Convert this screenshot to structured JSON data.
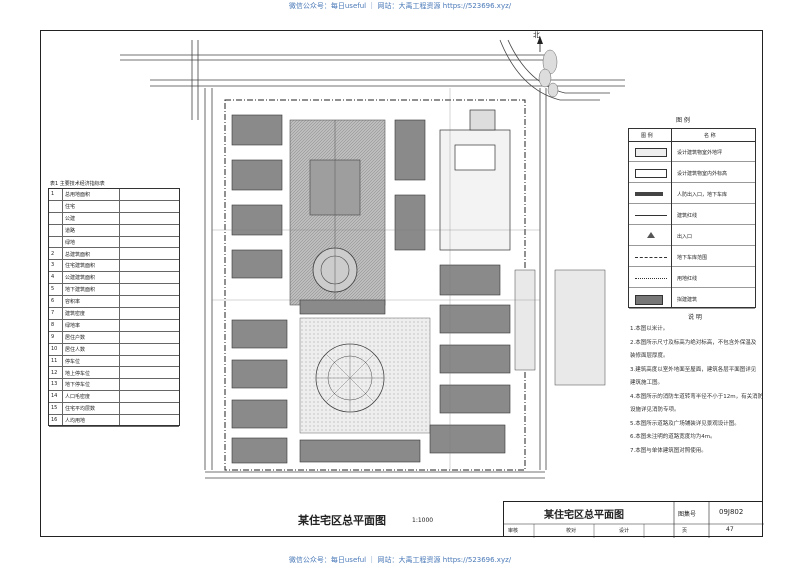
{
  "header_note": "微信公众号：每日useful ｜ 网站：大禹工程资源 https://523696.xyz/",
  "footer_note": "微信公众号：每日useful ｜ 网站：大禹工程资源 https://523696.xyz/",
  "north_label": "北",
  "plan_title": "某住宅区总平面图",
  "plan_scale": "1:1000",
  "stats_table": {
    "title": "表1 主要技术经济指标表",
    "rows": [
      [
        "1",
        "总用地面积",
        ""
      ],
      [
        "",
        "住宅",
        ""
      ],
      [
        "",
        "公建",
        ""
      ],
      [
        "",
        "道路",
        ""
      ],
      [
        "",
        "绿地",
        ""
      ],
      [
        "2",
        "总建筑面积",
        ""
      ],
      [
        "3",
        "住宅建筑面积",
        ""
      ],
      [
        "4",
        "公建建筑面积",
        ""
      ],
      [
        "5",
        "地下建筑面积",
        ""
      ],
      [
        "6",
        "容积率",
        ""
      ],
      [
        "7",
        "建筑密度",
        ""
      ],
      [
        "8",
        "绿地率",
        ""
      ],
      [
        "9",
        "居住户数",
        ""
      ],
      [
        "10",
        "居住人数",
        ""
      ],
      [
        "11",
        "停车位",
        ""
      ],
      [
        "12",
        "地上停车位",
        ""
      ],
      [
        "13",
        "地下停车位",
        ""
      ],
      [
        "14",
        "人口毛密度",
        ""
      ],
      [
        "15",
        "住宅平均层数",
        ""
      ],
      [
        "16",
        "人均用地",
        ""
      ]
    ]
  },
  "legend": {
    "title": "图 例",
    "col_symbol": "图 例",
    "col_name": "名 称",
    "items": [
      {
        "name": "设计建筑物室外地坪"
      },
      {
        "name": "设计建筑物室内外标高"
      },
      {
        "name": "人防出入口，地下车库"
      },
      {
        "name": "建筑红线"
      },
      {
        "name": "出入口"
      },
      {
        "name": "地下车库范围"
      },
      {
        "name": "用地红线"
      },
      {
        "name": "拟建建筑"
      }
    ]
  },
  "notes": {
    "title": "说 明",
    "lines": [
      "1.本图以米计。",
      "2.本图所示尺寸及标高为绝对标高，不包含外保温及",
      "  装修面层厚度。",
      "3.建筑高度以室外地面至屋面，建筑各层平面图详见",
      "  建筑施工图。",
      "4.本图所示的消防车道转弯半径不小于12m，有关消防",
      "  设施详见消防专项。",
      "5.本图所示道路及广场铺装详见景观设计图。",
      "6.本图未注明的道路宽度均为4m。",
      "7.本图与单体建筑图对照使用。"
    ]
  },
  "title_block": {
    "drawing_title": "某住宅区总平面图",
    "sheet_no_label": "图集号",
    "sheet_no": "09J802",
    "review_label": "审核",
    "check_label": "校对",
    "design_label": "设计",
    "page_label": "页",
    "page_no": "47"
  }
}
